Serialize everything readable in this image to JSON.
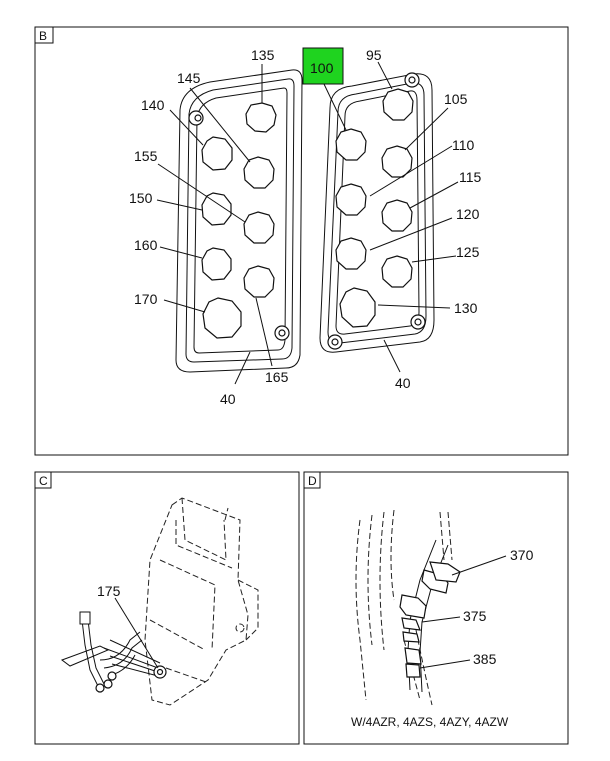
{
  "panels": {
    "B": {
      "tag": "B"
    },
    "C": {
      "tag": "C"
    },
    "D": {
      "tag": "D"
    }
  },
  "callouts": {
    "c95": "95",
    "c100": "100",
    "c105": "105",
    "c110": "110",
    "c115": "115",
    "c120": "120",
    "c125": "125",
    "c130": "130",
    "c135": "135",
    "c140": "140",
    "c145": "145",
    "c150": "150",
    "c155": "155",
    "c160": "160",
    "c165": "165",
    "c170": "170",
    "c40a": "40",
    "c40b": "40",
    "c175": "175",
    "c370": "370",
    "c375": "375",
    "c385": "385"
  },
  "highlight_color": "#1fd31f",
  "note": "W/4AZR, 4AZS, 4AZY, 4AZW"
}
